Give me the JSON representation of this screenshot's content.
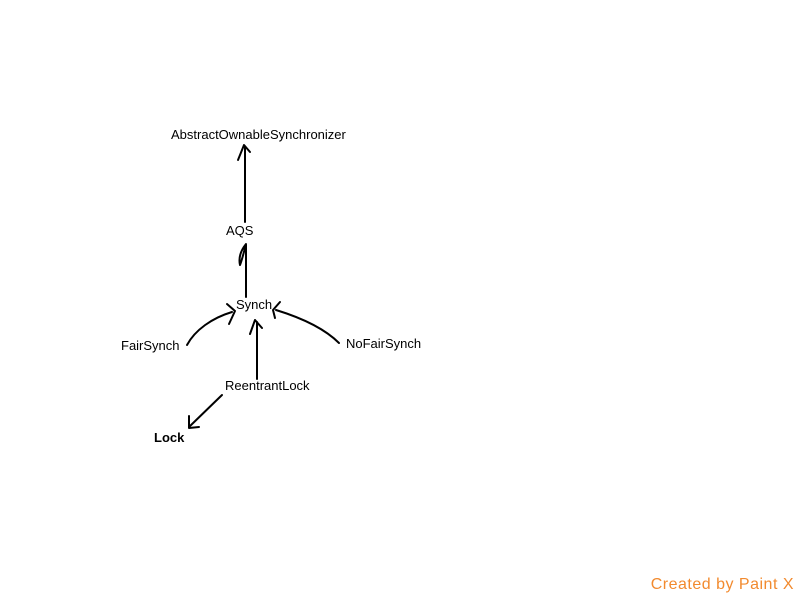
{
  "nodes": {
    "abstract_ownable_synchronizer": "AbstractOwnableSynchronizer",
    "aqs": "AQS",
    "synch": "Synch",
    "fair_synch": "FairSynch",
    "no_fair_synch": "NoFairSynch",
    "reentrant_lock": "ReentrantLock",
    "lock": "Lock"
  },
  "watermark": "Created by Paint X",
  "colors": {
    "ink": "#000000",
    "watermark": "#f28a2e",
    "background": "#ffffff"
  }
}
